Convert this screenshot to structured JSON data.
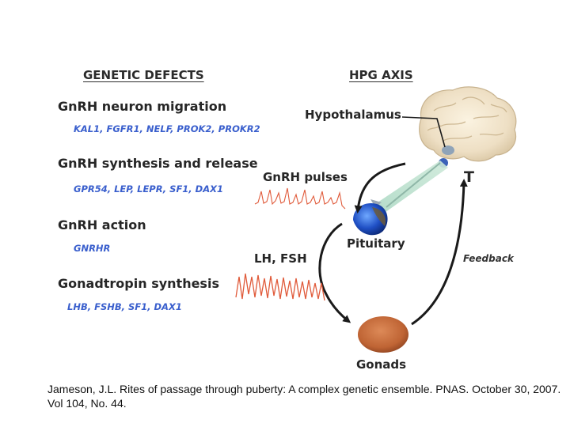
{
  "headings": {
    "left": "GENETIC DEFECTS",
    "right": "HPG AXIS"
  },
  "defects": [
    {
      "title": "GnRH neuron migration",
      "genes": "KAL1, FGFR1, NELF, PROK2, PROKR2"
    },
    {
      "title": "GnRH synthesis and release",
      "genes": "GPR54, LEP, LEPR, SF1, DAX1"
    },
    {
      "title": "GnRH action",
      "genes": "GNRHR"
    },
    {
      "title": "Gonadtropin synthesis",
      "genes": "LHB, FSHB, SF1, DAX1"
    }
  ],
  "axis": {
    "hypothalamus": "Hypothalamus",
    "gnrh_pulses": "GnRH pulses",
    "pituitary": "Pituitary",
    "lh_fsh": "LH, FSH",
    "feedback": "Feedback",
    "gonads": "Gonads",
    "t_label": "T"
  },
  "colors": {
    "gene_text": "#3a5fcd",
    "pulse_line": "#e05a3a",
    "arrow": "#1a1a1a",
    "gonad": "#c0673a"
  },
  "citation": "Jameson, J.L. Rites of passage through puberty: A complex genetic ensemble. PNAS. October 30, 2007. Vol 104, No. 44."
}
